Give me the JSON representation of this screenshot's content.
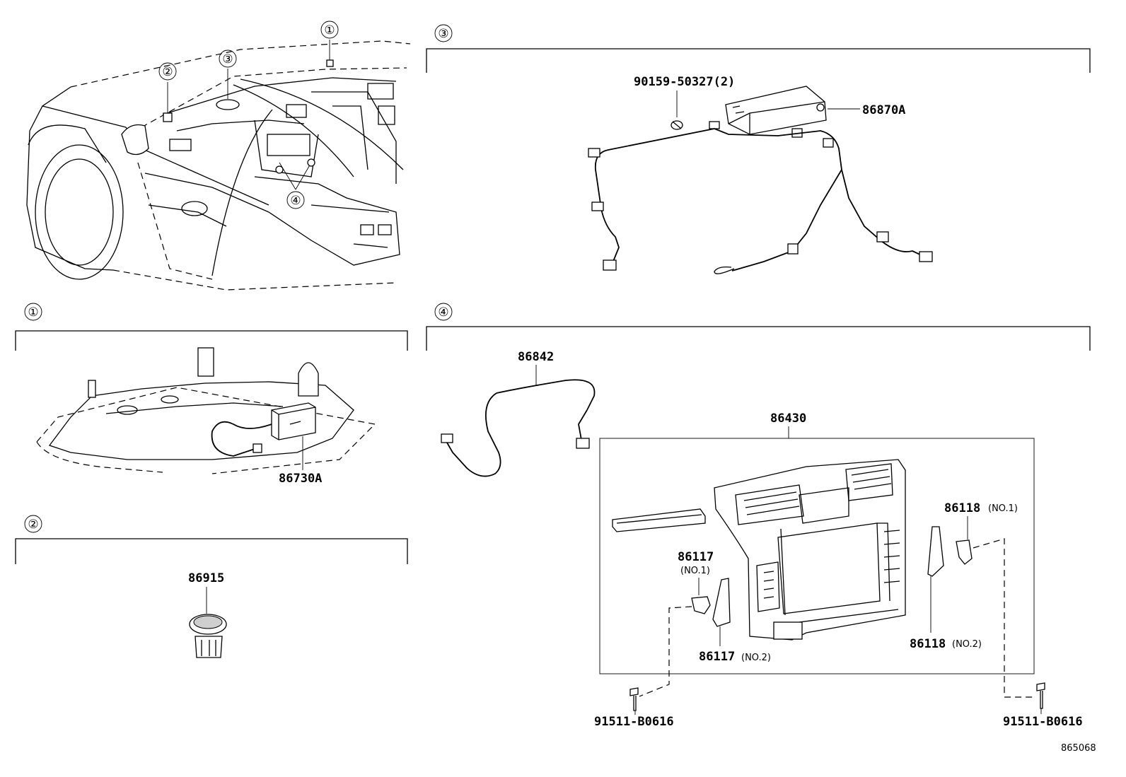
{
  "sections": {
    "overview": {
      "callouts": [
        "①",
        "②",
        "③",
        "④"
      ]
    },
    "s1": {
      "marker": "①",
      "parts": {
        "p86730A": "86730A"
      }
    },
    "s2": {
      "marker": "②",
      "parts": {
        "p86915": "86915"
      }
    },
    "s3": {
      "marker": "③",
      "parts": {
        "p90159": "90159-50327(2)",
        "p86870A": "86870A"
      }
    },
    "s4": {
      "marker": "④",
      "parts": {
        "p86842": "86842",
        "p86430": "86430",
        "p86117a": "86117",
        "p86117a_sub": "(NO.1)",
        "p86117b": "86117",
        "p86117b_sub": "(NO.2)",
        "p86118a": "86118",
        "p86118a_sub": "(NO.1)",
        "p86118b": "86118",
        "p86118b_sub": "(NO.2)",
        "p91511a": "91511-B0616",
        "p91511b": "91511-B0616"
      }
    }
  },
  "figure_id": "865068"
}
